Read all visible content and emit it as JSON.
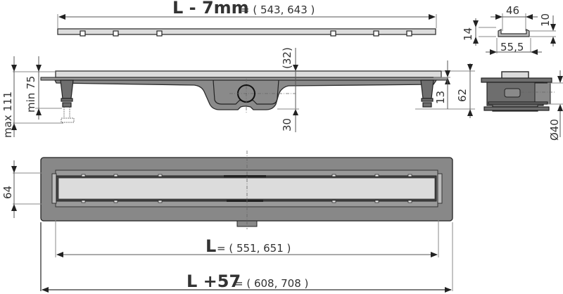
{
  "title": "Floor drain channel – dimensional drawing",
  "dimensions": {
    "grate_length": {
      "label": "L - 7mm",
      "values": "= ( 543, 643 )"
    },
    "channel_length": {
      "label": "L",
      "values": "= ( 551, 651 )"
    },
    "total_length": {
      "label": "L +57",
      "values": "= ( 608, 708 )"
    },
    "height_max": "max 111",
    "height_min": "min 75",
    "grate_to_outlet": "(32)",
    "outlet_offset": "30",
    "flange_height": "13",
    "body_height": "62",
    "outlet_diameter": "Ø40",
    "grate_width_top": "46",
    "grate_width_bottom": "55,5",
    "grate_profile_height": "14",
    "grate_profile_depth": "10",
    "channel_width": "64"
  },
  "colors": {
    "grate": "#dcdcdc",
    "body": "#8a8a8a",
    "frame": "#7a7a7a",
    "line": "#333333"
  }
}
